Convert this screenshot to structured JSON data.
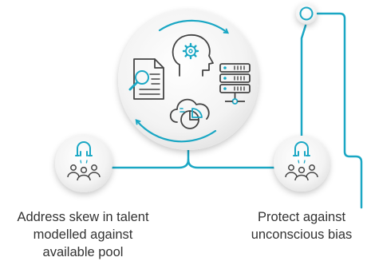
{
  "captions": {
    "left": [
      "Address skew in talent",
      "modelled against",
      "available pool"
    ],
    "right": [
      "Protect against",
      "unconscious bias"
    ]
  },
  "colors": {
    "accent": "#1aa7c4",
    "icon": "#444444",
    "circle_fill": "#f4f4f4",
    "text": "#333333"
  },
  "icons": {
    "hub": [
      "head-gear-icon",
      "document-search-icon",
      "server-network-icon",
      "cloud-pie-chart-icon",
      "cycle-arrows-icon"
    ],
    "left_node": [
      "magnet-icon",
      "people-group-icon"
    ],
    "right_node": [
      "magnet-icon",
      "people-group-icon"
    ],
    "top_node": "empty-node-icon"
  }
}
